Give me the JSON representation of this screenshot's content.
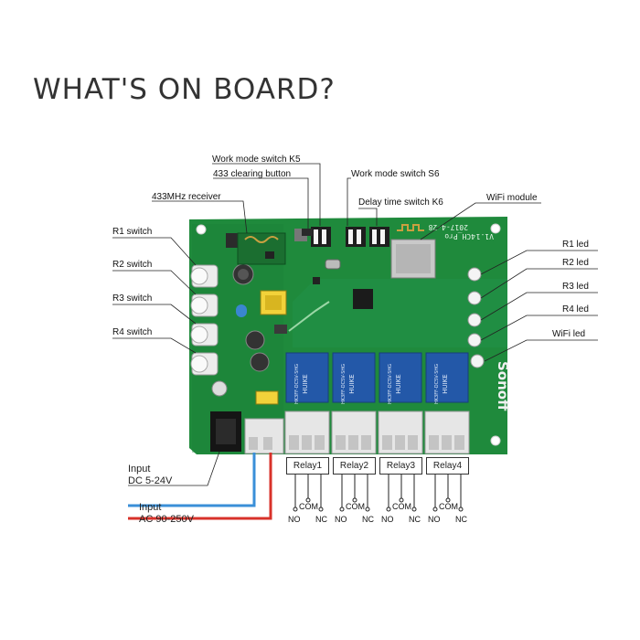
{
  "title": "WHAT'S ON BOARD?",
  "labels": {
    "work_mode_k5": "Work mode switch K5",
    "clear_433": "433 clearing button",
    "work_mode_s6": "Work mode switch S6",
    "receiver_433": "433MHz receiver",
    "delay_k6": "Delay time switch K6",
    "wifi_module": "WiFi module",
    "r1_switch": "R1 switch",
    "r2_switch": "R2 switch",
    "r3_switch": "R3 switch",
    "r4_switch": "R4 switch",
    "r1_led": "R1 led",
    "r2_led": "R2 led",
    "r3_led": "R3 led",
    "r4_led": "R4 led",
    "wifi_led": "WiFi led"
  },
  "inputs": {
    "dc_title": "Input",
    "dc_value": "DC 5-24V",
    "ac_title": "Input",
    "ac_value": "AC 90-250V"
  },
  "relays": [
    {
      "name": "Relay1",
      "no": "NO",
      "com": "COM",
      "nc": "NC"
    },
    {
      "name": "Relay2",
      "no": "NO",
      "com": "COM",
      "nc": "NC"
    },
    {
      "name": "Relay3",
      "no": "NO",
      "com": "COM",
      "nc": "NC"
    },
    {
      "name": "Relay4",
      "no": "NO",
      "com": "COM",
      "nc": "NC"
    }
  ],
  "board_text": {
    "brand": "Sonoff",
    "model": "4CH_Pro",
    "date": "2017-4-28",
    "version": "V1.1",
    "relay_brand": "HUIKE",
    "relay_model": "HK3FF-DC5V-SHG"
  },
  "colors": {
    "board": "#1f8a3c",
    "board_dark": "#156b2c",
    "wire_blue": "#3a8fd8",
    "wire_red": "#d8322a",
    "terminal": "#e6e6e6",
    "relay": "#2358a8"
  }
}
